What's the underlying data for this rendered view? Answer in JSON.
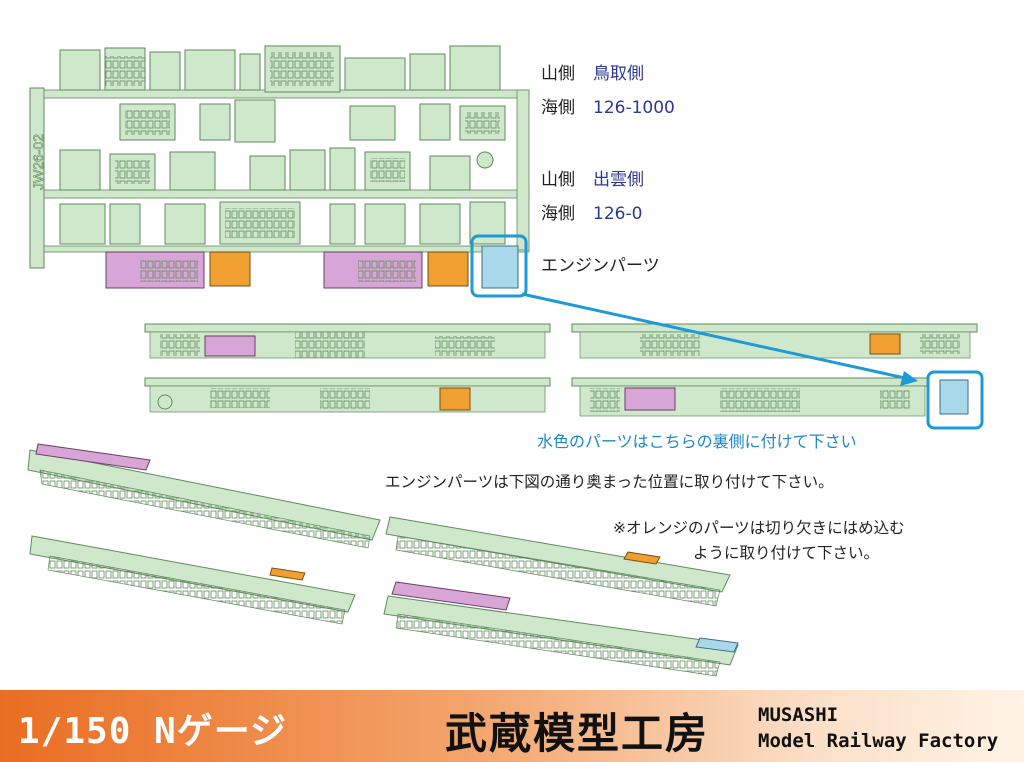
{
  "labels": {
    "row1": {
      "key": "山側",
      "value": "鳥取側"
    },
    "row2": {
      "key": "海側",
      "value": "126-1000"
    },
    "row3": {
      "key": "山側",
      "value": "出雲側"
    },
    "row4": {
      "key": "海側",
      "value": "126-0"
    },
    "engine": "エンジンパーツ"
  },
  "sprue_code": "JW26-02",
  "notes": {
    "blue": "水色のパーツはこちらの裏側に付けて下さい",
    "install": "エンジンパーツは下図の通り奥まった位置に取り付けて下さい。",
    "orange_line1": "※オレンジのパーツは切り欠きにはめ込む",
    "orange_line2": "ように取り付けて下さい。"
  },
  "footer": {
    "scale": "1/150 Nゲージ",
    "studio": "武蔵模型工房",
    "en_line1": "MUSASHI",
    "en_line2": "Model Railway Factory"
  },
  "colors": {
    "part_green": "#cfe8cc",
    "part_stroke": "#5f8a5c",
    "pink": "#d8a6d6",
    "orange": "#f0a030",
    "light_blue": "#a8d8ea",
    "highlight_blue": "#1e9ad6",
    "footer_orange": "#ea6d22"
  }
}
